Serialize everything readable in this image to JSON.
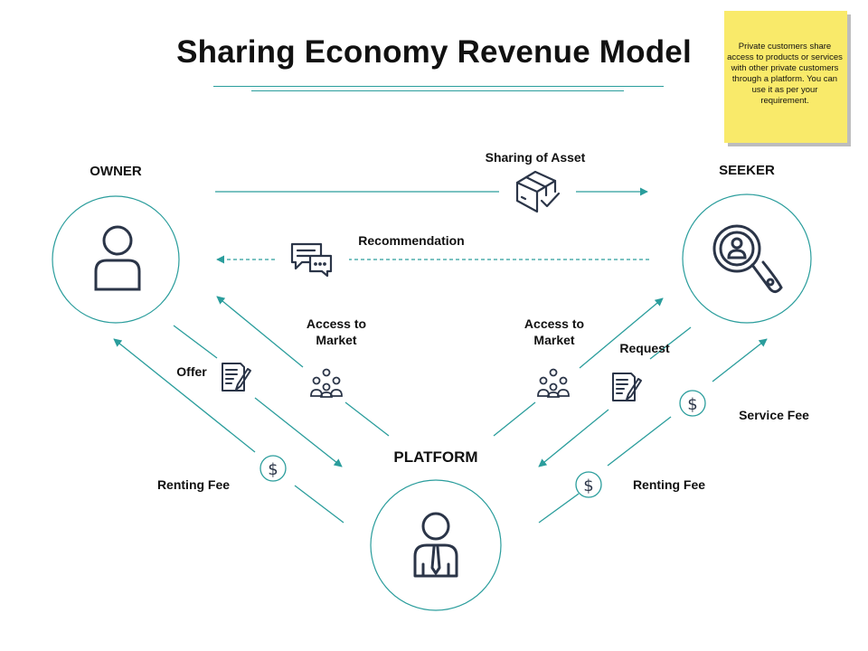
{
  "title": "Sharing Economy Revenue Model",
  "note": "Private customers share access to products or services with other private customers through a platform. You can use it as per your requirement.",
  "nodes": {
    "owner": "OWNER",
    "seeker": "SEEKER",
    "platform": "PLATFORM"
  },
  "flows": {
    "sharing_of_asset": "Sharing of Asset",
    "recommendation": "Recommendation",
    "access_left": "Access to Market",
    "access_right": "Access to Market",
    "offer": "Offer",
    "request": "Request",
    "renting_fee_left": "Renting Fee",
    "renting_fee_right": "Renting Fee",
    "service_fee": "Service Fee"
  },
  "icons": {
    "owner": "person-icon",
    "seeker": "search-person-icon",
    "platform": "businessman-icon",
    "asset": "box-check-icon",
    "recommendation": "chat-bubbles-icon",
    "access": "group-icon",
    "offer": "document-pen-icon",
    "request": "document-pen-icon",
    "fee": "dollar-icon"
  },
  "colors": {
    "accent": "#2a9d9c",
    "icon": "#2b3548",
    "note": "#f9ea6a"
  }
}
